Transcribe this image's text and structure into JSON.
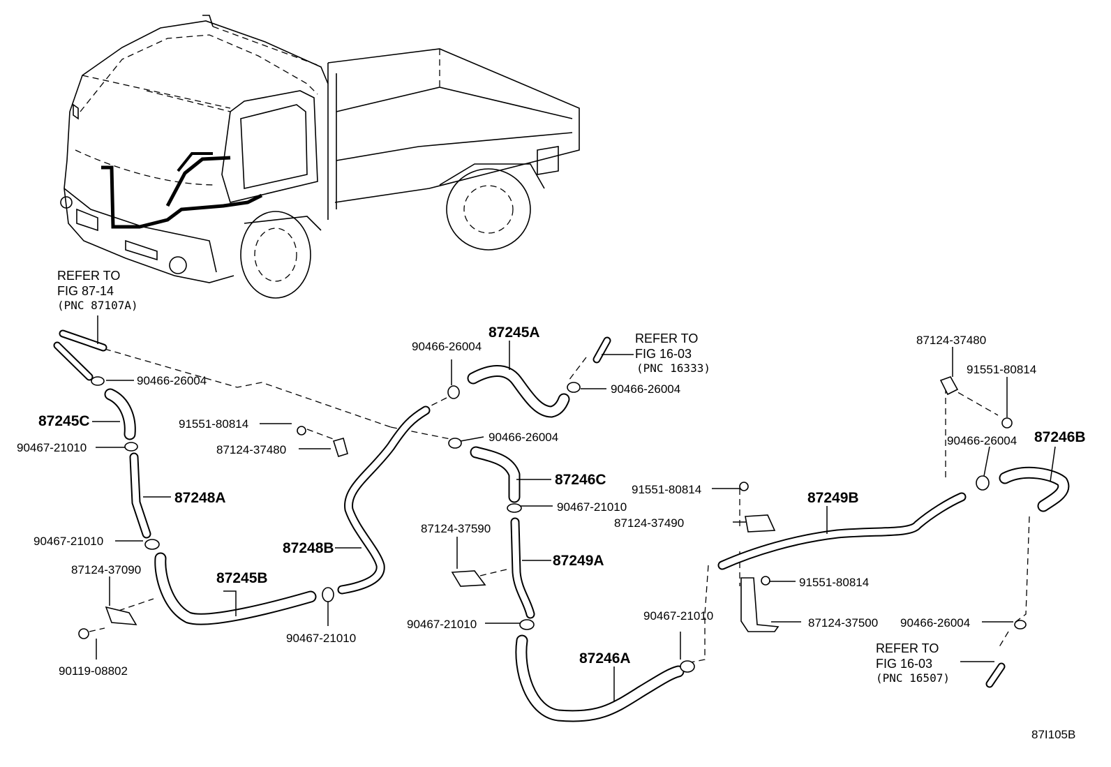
{
  "diagram_id": "87I105B",
  "refers": [
    {
      "line1": "REFER TO",
      "line2": "FIG 87-14",
      "line3": "(PNC 87107A)"
    },
    {
      "line1": "REFER TO",
      "line2": "FIG 16-03",
      "line3": "(PNC 16333)"
    },
    {
      "line1": "REFER TO",
      "line2": "FIG 16-03",
      "line3": "(PNC 16507)"
    }
  ],
  "labels": {
    "p87245A": "87245A",
    "p87245B": "87245B",
    "p87245C": "87245C",
    "p87246A": "87246A",
    "p87246B": "87246B",
    "p87246C": "87246C",
    "p87248A": "87248A",
    "p87248B": "87248B",
    "p87249A": "87249A",
    "p87249B": "87249B",
    "c26004_1": "90466-26004",
    "c26004_2": "90466-26004",
    "c26004_3": "90466-26004",
    "c26004_4": "90466-26004",
    "c26004_5": "90466-26004",
    "c26004_6": "90466-26004",
    "c21010_1": "90467-21010",
    "c21010_2": "90467-21010",
    "c21010_3": "90467-21010",
    "c21010_4": "90467-21010",
    "c21010_5": "90467-21010",
    "c21010_6": "90467-21010",
    "b80814_1": "91551-80814",
    "b80814_2": "91551-80814",
    "b80814_3": "91551-80814",
    "b80814_4": "91551-80814",
    "k37480_1": "87124-37480",
    "k37480_2": "87124-37480",
    "k37590": "87124-37590",
    "k37090": "87124-37090",
    "k37490": "87124-37490",
    "k37500": "87124-37500",
    "s08802": "90119-08802"
  }
}
